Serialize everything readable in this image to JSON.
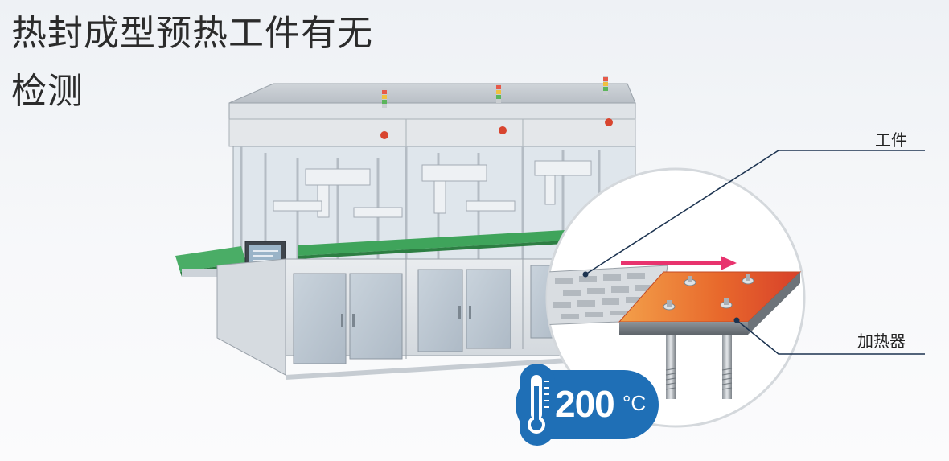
{
  "title": {
    "line1": "热封成型预热工件有无",
    "line2": "检测"
  },
  "callouts": {
    "workpiece": "工件",
    "heater": "加热器"
  },
  "temperature_badge": {
    "value": "200",
    "unit": "°C"
  },
  "colors": {
    "badge_blue": "#1f6fb6",
    "arrow_pink": "#e8336e",
    "heater_orange": "#e8692c",
    "callout_line": "#1c3350"
  }
}
